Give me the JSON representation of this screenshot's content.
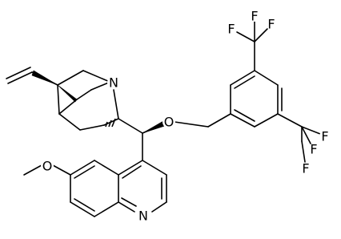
{
  "atom_labels": {
    "n_quinuclidine": "N",
    "n_quinoline": "N",
    "o_ether": "O",
    "o_methoxy": "O",
    "f_top_left": "F",
    "f_top_right": "F",
    "f_top_bottom": "F",
    "f_right_top": "F",
    "f_right_right": "F",
    "f_right_bottom": "F"
  },
  "colors": {
    "ink": "#000000",
    "background": "#ffffff"
  }
}
